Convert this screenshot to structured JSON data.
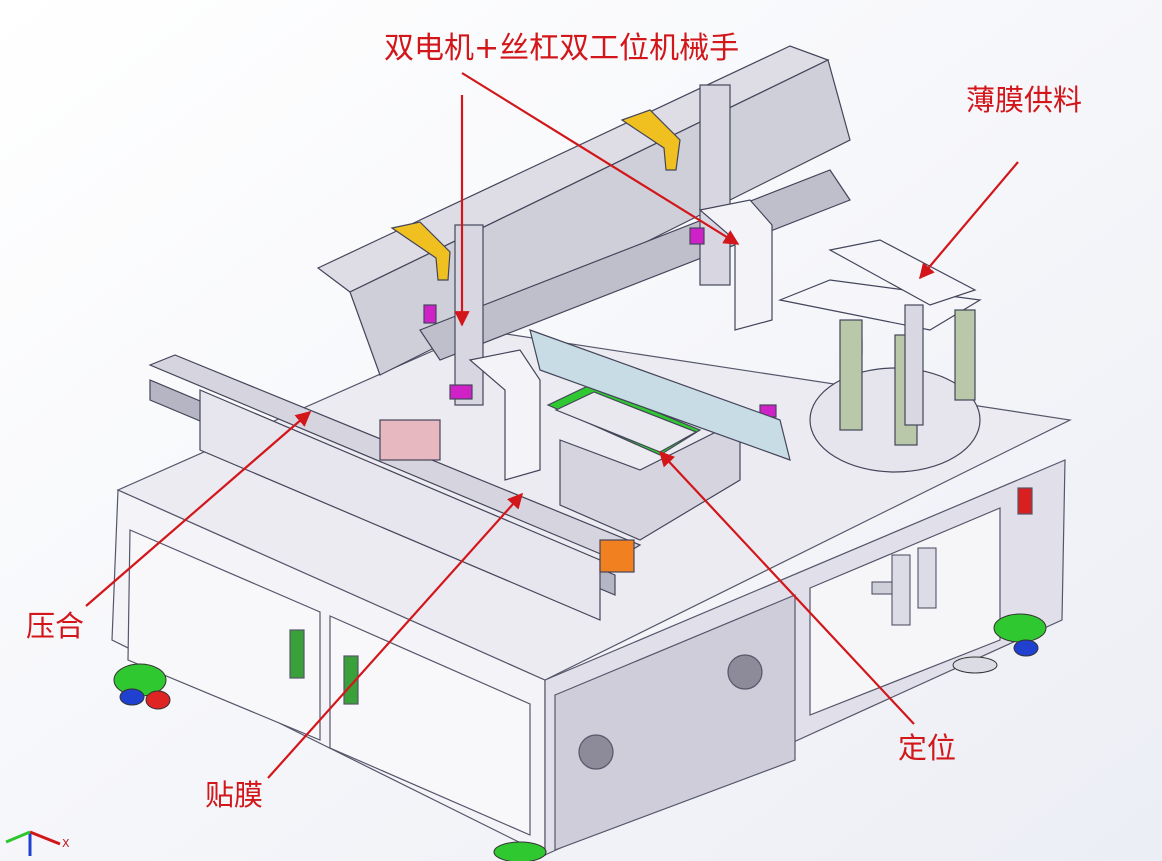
{
  "labels": {
    "title": "双电机+丝杠双工位机械手",
    "film_feed": "薄膜供料",
    "press": "压合",
    "stick": "贴膜",
    "position": "定位"
  },
  "axis": {
    "x": "X"
  },
  "colors": {
    "annotation": "#d2161a",
    "frame": "#d9d8e2",
    "frame_shadow": "#a8a7b5",
    "yellow": "#f0c020",
    "magenta": "#d020c8",
    "green": "#2ec62e",
    "blue": "#2040d0"
  }
}
